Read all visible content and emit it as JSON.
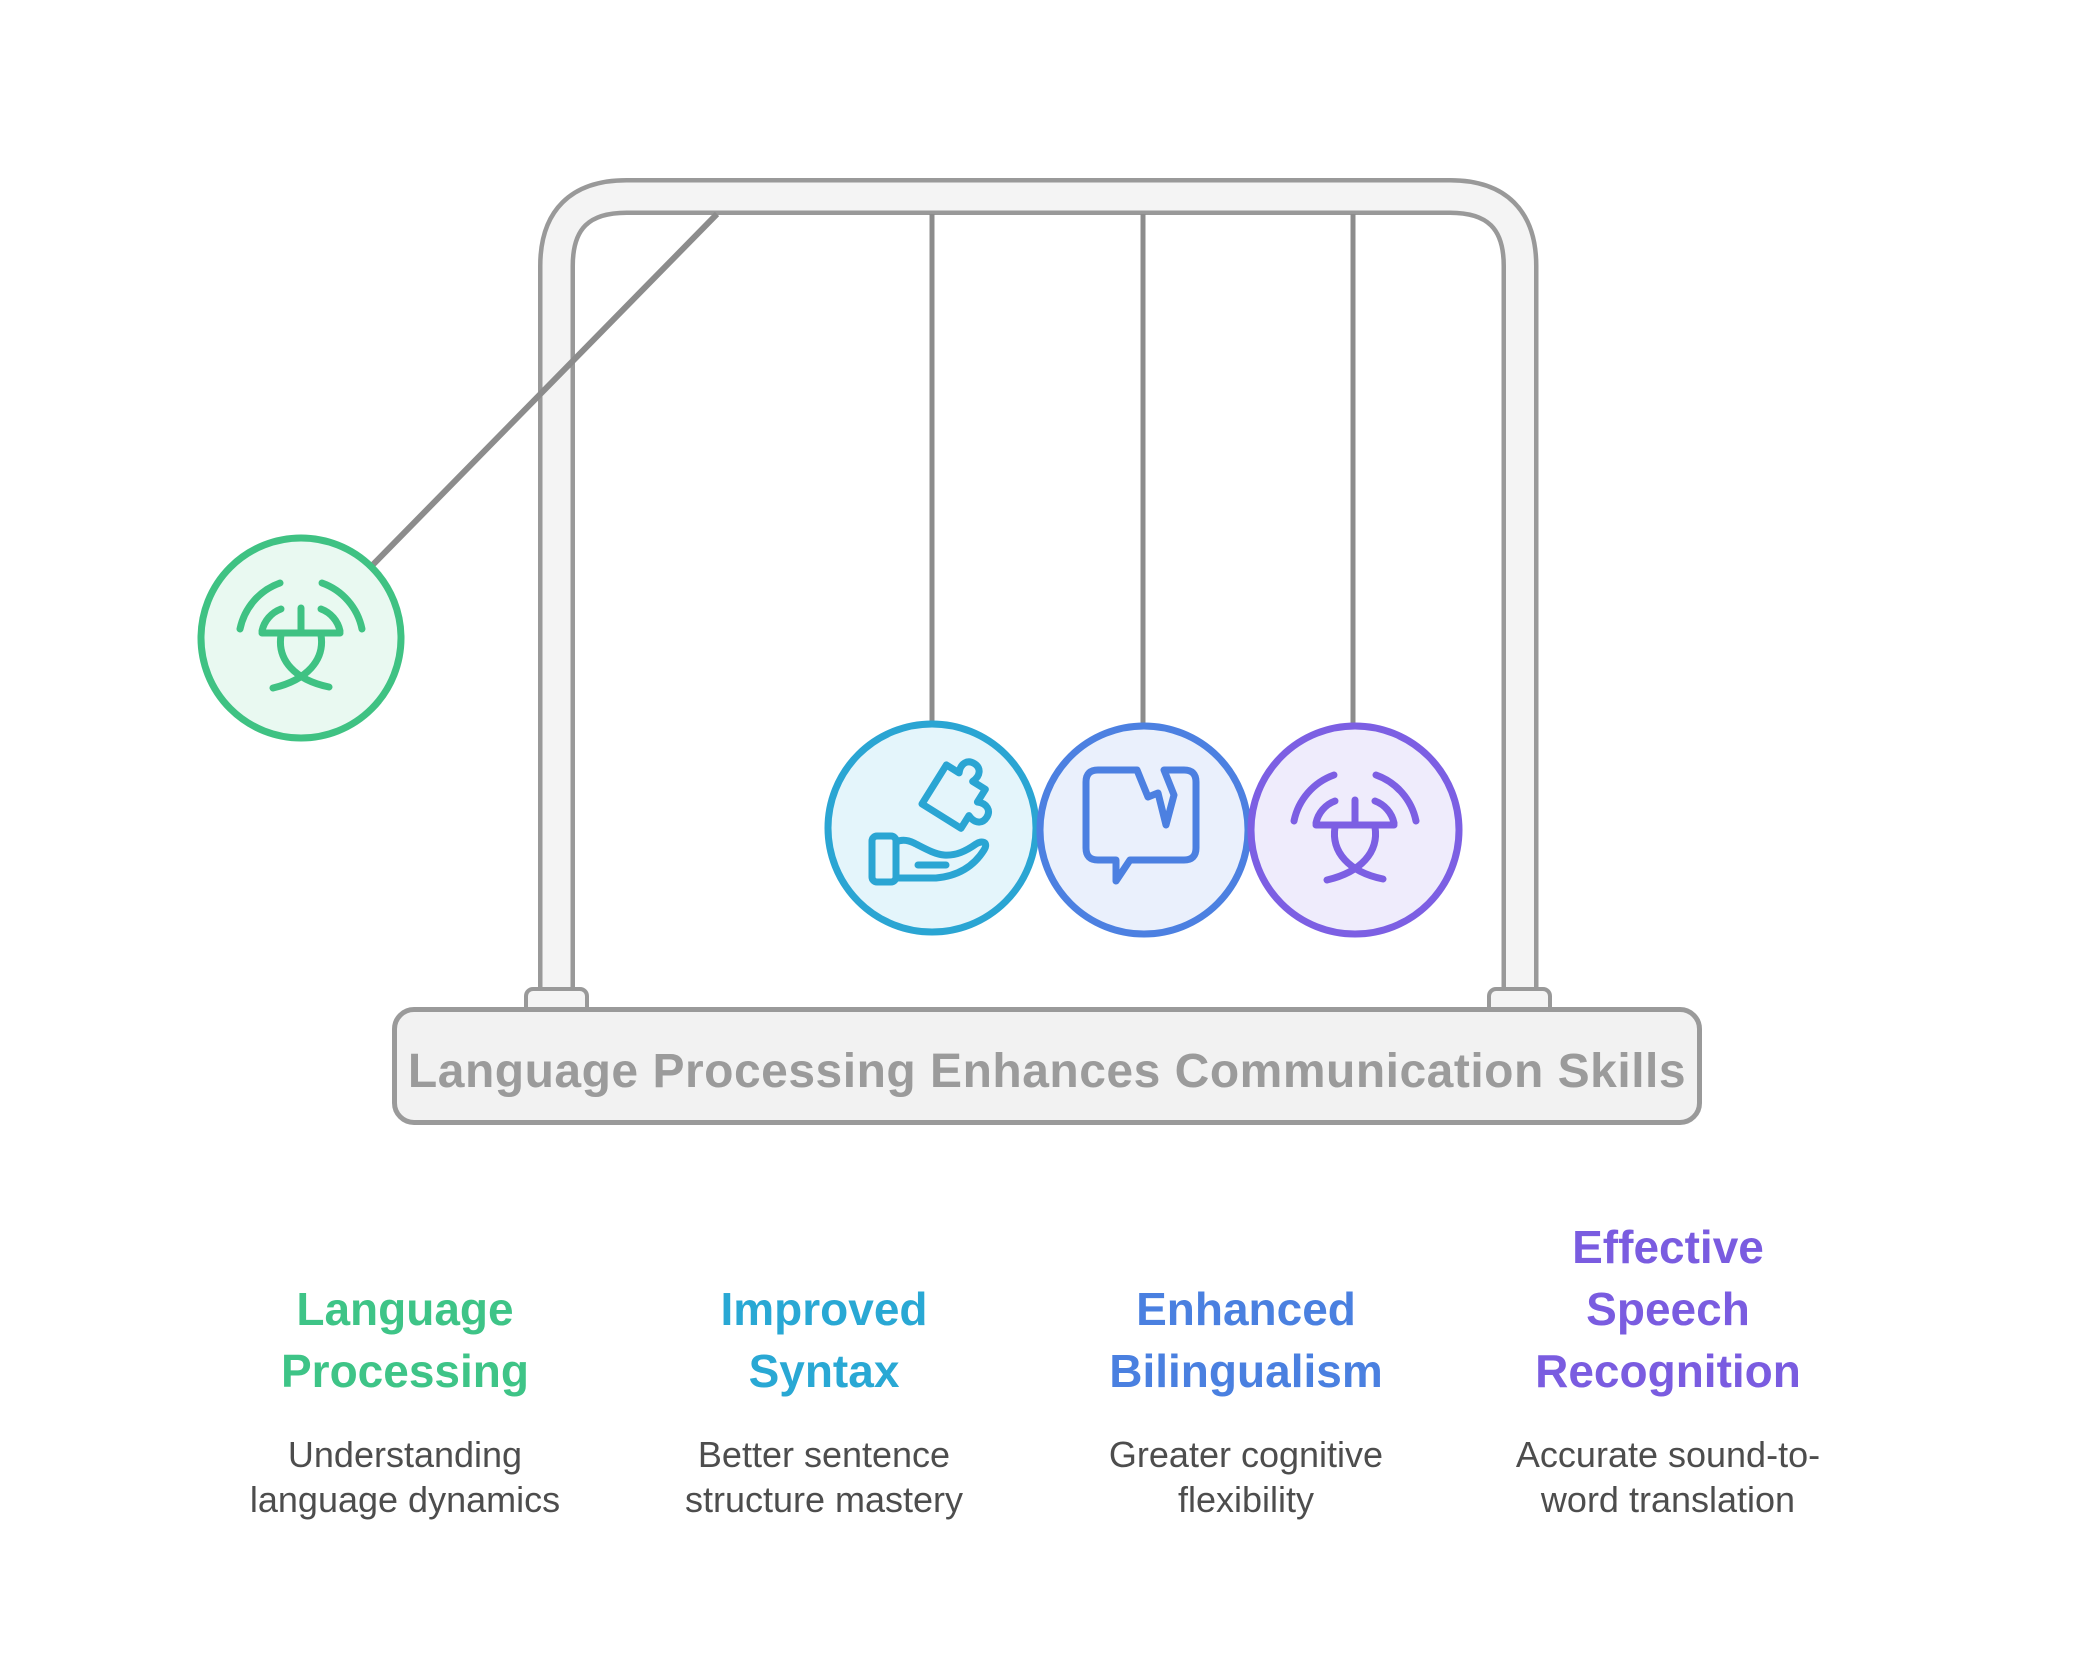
{
  "figure": {
    "base_label": "Language Processing Enhances Communication Skills",
    "frame": {
      "stroke": "#999999",
      "fill": "#f4f4f4",
      "string_color": "#8c8c8c"
    },
    "base": {
      "fill": "#f2f2f2",
      "stroke": "#9a9a9a",
      "text_color": "#9b9b9b"
    },
    "balls": [
      {
        "label": "Language Processing",
        "icon": "language-waves-icon",
        "stroke": "#3fc283",
        "fill": "#e9f9f1",
        "state": "swung-out-left"
      },
      {
        "label": "Improved Syntax",
        "icon": "hand-holding-puzzle-icon",
        "stroke": "#2aa5d3",
        "fill": "#e4f5fb",
        "state": "hanging"
      },
      {
        "label": "Enhanced Bilingualism",
        "icon": "broken-speech-bubble-icon",
        "stroke": "#4c80e1",
        "fill": "#eaf0fc",
        "state": "hanging"
      },
      {
        "label": "Effective Speech Recognition",
        "icon": "speech-recognition-waves-icon",
        "stroke": "#7c5fe3",
        "fill": "#efecfc",
        "state": "hanging"
      }
    ]
  },
  "columns": [
    {
      "title": "Language Processing",
      "description": "Understanding language dynamics",
      "color": "#3ec487"
    },
    {
      "title": "Improved Syntax",
      "description": "Better sentence structure mastery",
      "color": "#29a8d4"
    },
    {
      "title": "Enhanced Bilingualism",
      "description": "Greater cognitive flexibility",
      "color": "#4a80e0"
    },
    {
      "title": "Effective Speech Recognition",
      "description": "Accurate sound-to-word translation",
      "color": "#7a5ce0"
    }
  ],
  "body_text_color": "#4d4d4d"
}
